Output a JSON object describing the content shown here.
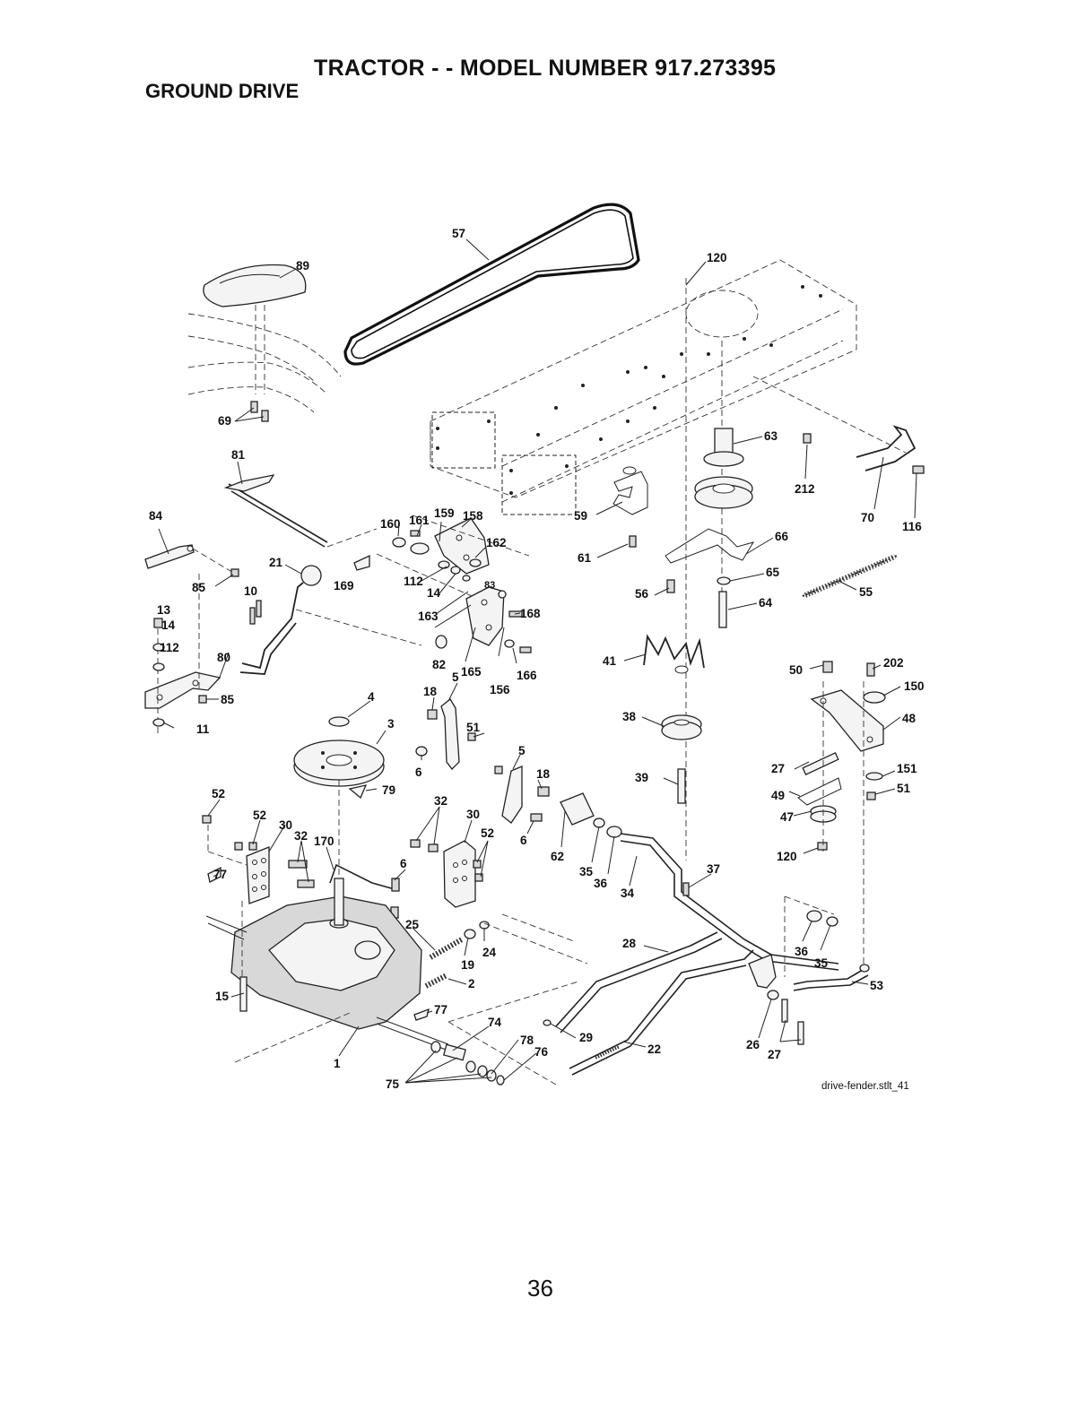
{
  "header": {
    "title": "TRACTOR - - MODEL NUMBER  917.273395",
    "section": "GROUND DRIVE"
  },
  "footer": {
    "drawing_ref": "drive-fender.stlt_41",
    "page_number": "36"
  },
  "callouts": [
    "57",
    "120",
    "89",
    "69",
    "81",
    "63",
    "212",
    "70",
    "116",
    "84",
    "160",
    "161",
    "159",
    "158",
    "162",
    "59",
    "66",
    "61",
    "85",
    "21",
    "10",
    "169",
    "112",
    "14",
    "83",
    "65",
    "56",
    "55",
    "64",
    "13",
    "14",
    "163",
    "168",
    "112",
    "82",
    "165",
    "166",
    "156",
    "41",
    "50",
    "202",
    "150",
    "80",
    "85",
    "18",
    "5",
    "4",
    "38",
    "48",
    "11",
    "3",
    "51",
    "5",
    "27",
    "151",
    "6",
    "18",
    "39",
    "49",
    "51",
    "52",
    "79",
    "32",
    "30",
    "47",
    "52",
    "30",
    "32",
    "170",
    "52",
    "6",
    "62",
    "120",
    "37",
    "77",
    "6",
    "35",
    "36",
    "34",
    "25",
    "24",
    "19",
    "28",
    "36",
    "35",
    "53",
    "2",
    "15",
    "77",
    "74",
    "78",
    "29",
    "22",
    "76",
    "26",
    "27",
    "1",
    "75"
  ]
}
